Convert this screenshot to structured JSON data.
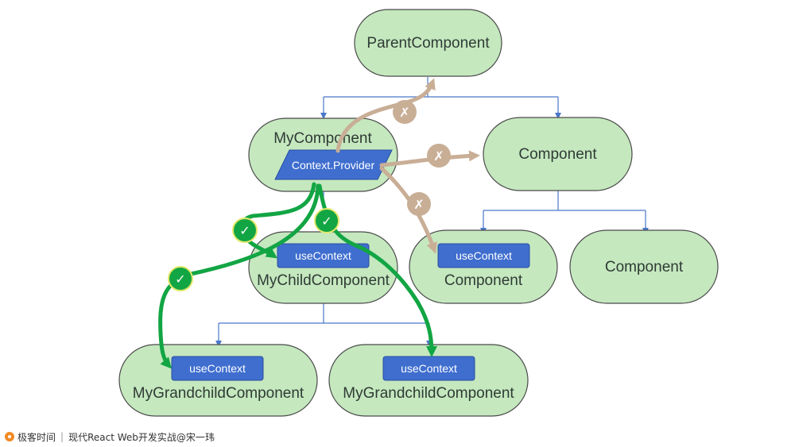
{
  "colors": {
    "node_fill": "#c5e8bf",
    "node_stroke": "#4a4a4a",
    "badge_fill": "#3f6ecf",
    "tree_line": "#4a78c9",
    "allowed_arrow": "#12a544",
    "blocked_arrow": "#c9ae96"
  },
  "nodes": {
    "parent": "ParentComponent",
    "my_component": "MyComponent",
    "provider": "Context.Provider",
    "component_right": "Component",
    "my_child": "MyChildComponent",
    "component_mid": "Component",
    "component_far": "Component",
    "grandchild_left": "MyGrandchildComponent",
    "grandchild_right": "MyGrandchildComponent"
  },
  "badges": {
    "my_child": "useContext",
    "component_mid": "useContext",
    "grandchild_left": "useContext",
    "grandchild_right": "useContext"
  },
  "marks": {
    "check": "✓",
    "cross": "✗"
  },
  "footer": {
    "logo_icon": "geektime-logo-icon",
    "brand": "极客时间",
    "separator": "|",
    "course": "现代React Web开发实战@宋一玮"
  }
}
